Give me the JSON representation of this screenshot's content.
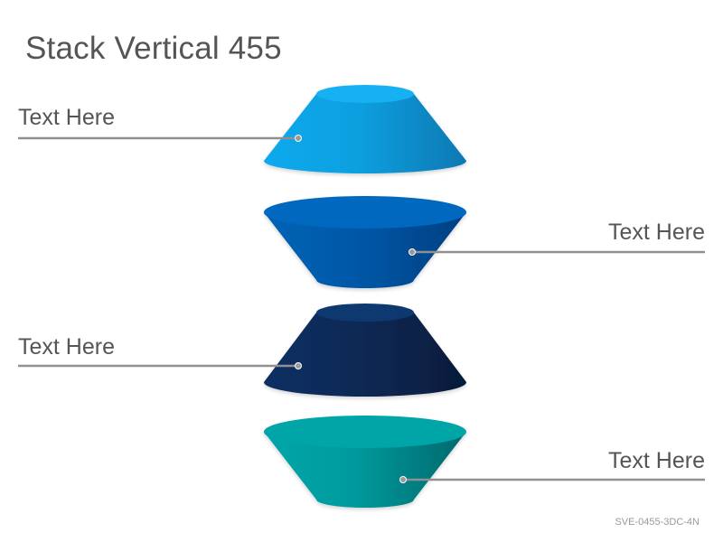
{
  "title": "Stack Vertical 455",
  "code": "SVE-0455-3DC-4N",
  "colors": {
    "tier1": "#0aa3e4",
    "tier2": "#0566bb",
    "tier3": "#0a2c5c",
    "tier4": "#00a2a6",
    "connector": "#909090"
  },
  "labels": [
    {
      "text": "Text Here",
      "side": "left"
    },
    {
      "text": "Text Here",
      "side": "right"
    },
    {
      "text": "Text Here",
      "side": "left"
    },
    {
      "text": "Text Here",
      "side": "right"
    }
  ]
}
